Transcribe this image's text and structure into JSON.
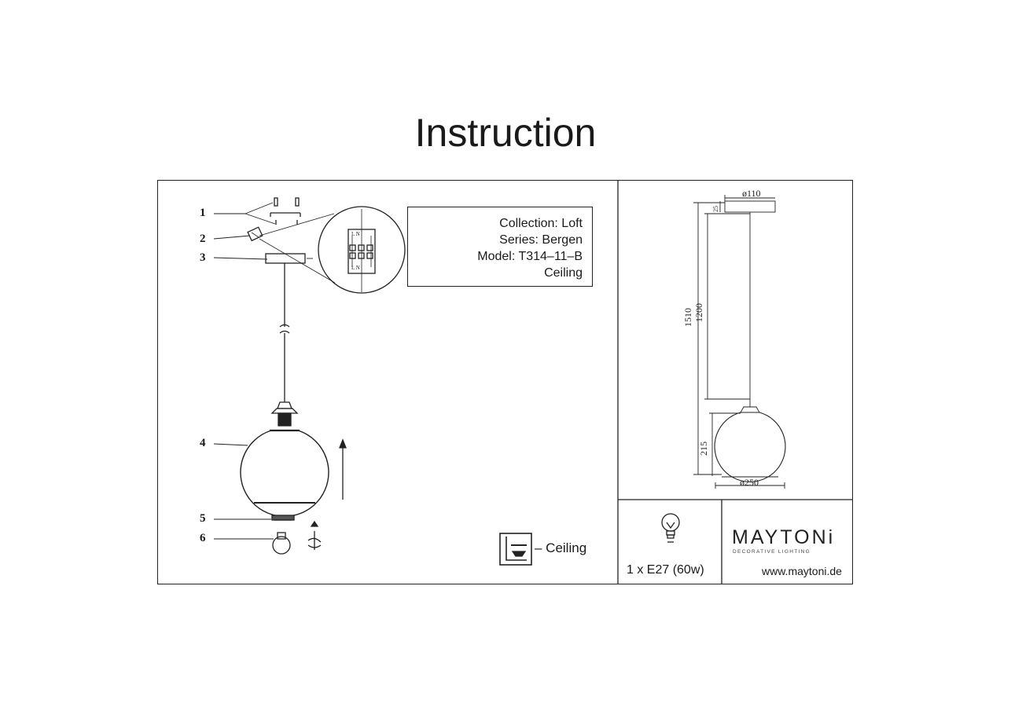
{
  "title": "Instruction",
  "info": {
    "collection": "Collection: Loft",
    "series": "Series: Bergen",
    "model": "Model: T314–11–B",
    "mount": "Ceiling"
  },
  "callouts": [
    "1",
    "2",
    "3",
    "4",
    "5",
    "6"
  ],
  "terminal_labels": {
    "top": "L N",
    "bottom": "L N"
  },
  "legend": {
    "ceiling": "– Ceiling"
  },
  "dimensions": {
    "canopy_diameter": "ø110",
    "canopy_height": "25",
    "total_height": "1510",
    "cable_length": "1200",
    "shade_height": "215",
    "shade_diameter": "ø250"
  },
  "bulb": {
    "spec": "1 x E27 (60w)"
  },
  "brand": {
    "name": "MAYTONi",
    "tagline": "DECORATIVE LIGHTING",
    "url": "www.maytoni.de"
  }
}
